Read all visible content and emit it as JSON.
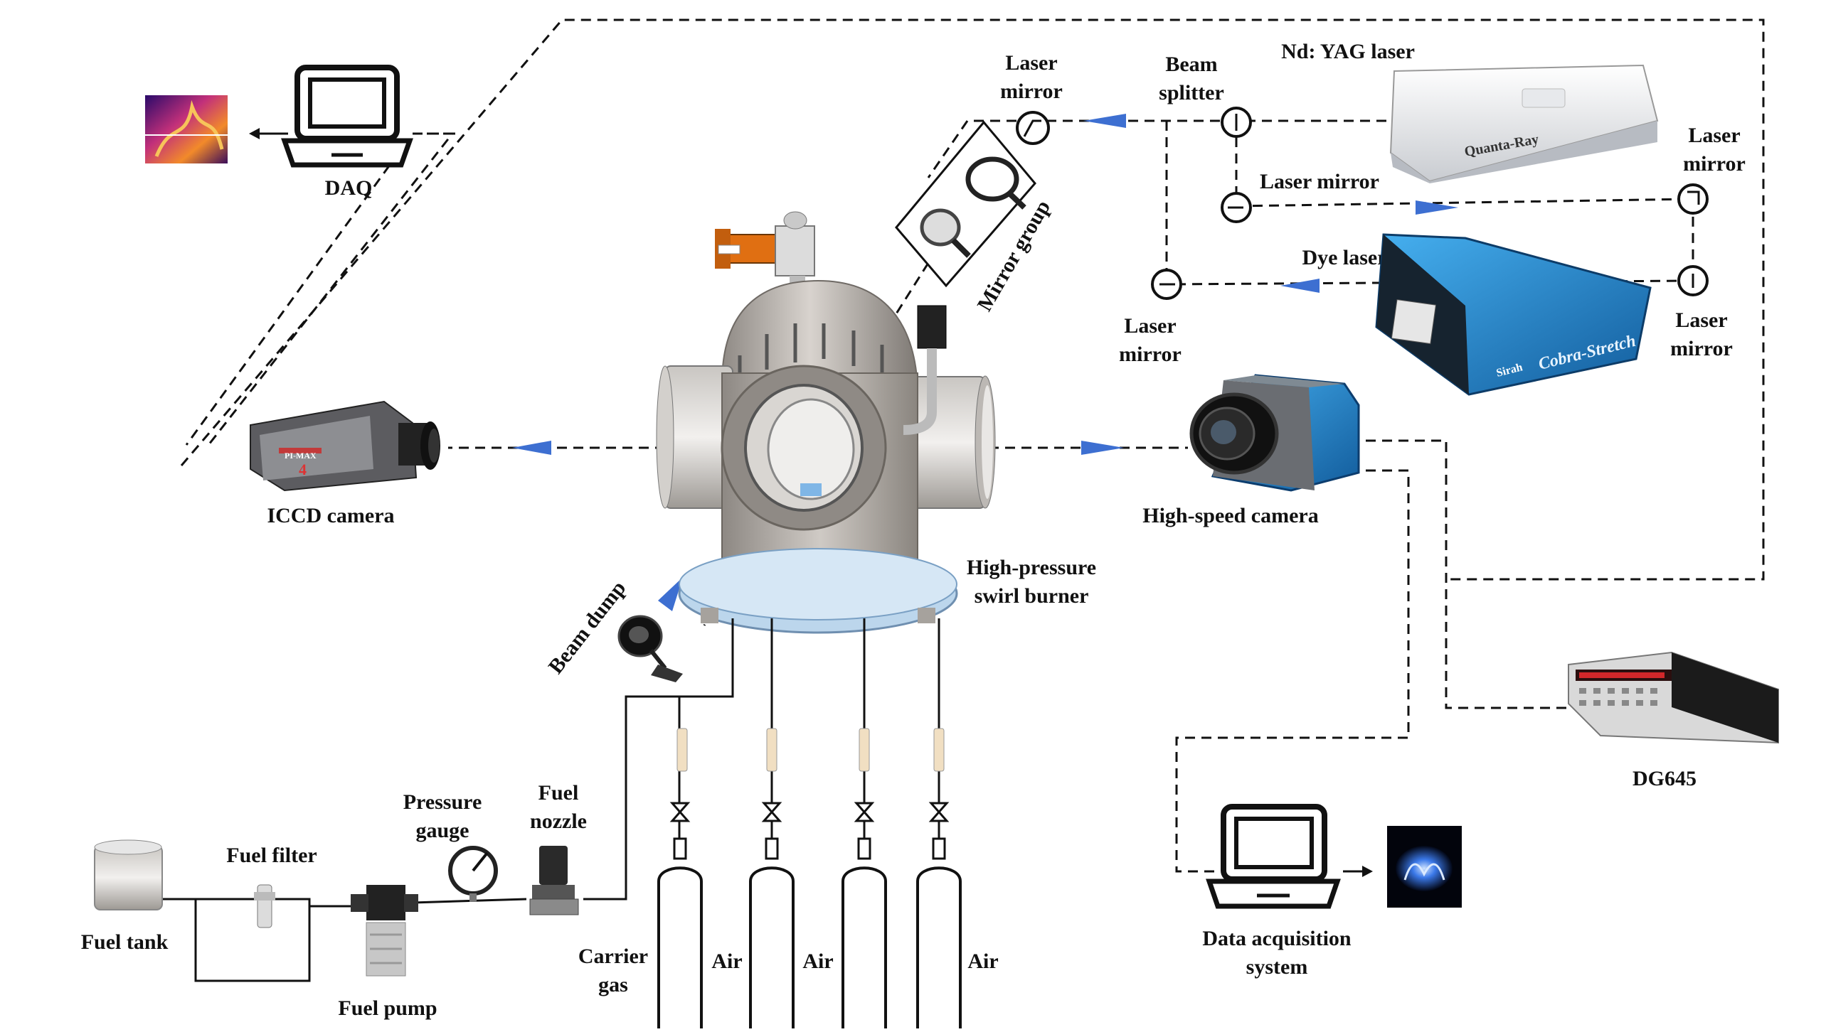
{
  "labels": {
    "daq": "DAQ",
    "laser_mirror_top_1": "Laser",
    "laser_mirror_top_2": "mirror",
    "beam_splitter_1": "Beam",
    "beam_splitter_2": "splitter",
    "nd_yag_laser": "Nd: YAG laser",
    "laser_mirror_right_top_1": "Laser",
    "laser_mirror_right_top_2": "mirror",
    "laser_mirror_mid": "Laser mirror",
    "dye_laser": "Dye laser",
    "laser_mirror_bottom_left_1": "Laser",
    "laser_mirror_bottom_left_2": "mirror",
    "laser_mirror_bottom_right_1": "Laser",
    "laser_mirror_bottom_right_2": "mirror",
    "mirror_group": "Mirror group",
    "iccd_camera": "ICCD camera",
    "high_speed_camera": "High-speed camera",
    "burner_1": "High-pressure",
    "burner_2": "swirl burner",
    "beam_dump": "Beam dump",
    "dg645": "DG645",
    "fuel_filter": "Fuel filter",
    "fuel_tank": "Fuel tank",
    "fuel_pump": "Fuel pump",
    "pressure_gauge_1": "Pressure",
    "pressure_gauge_2": "gauge",
    "fuel_nozzle_1": "Fuel",
    "fuel_nozzle_2": "nozzle",
    "carrier_gas_1": "Carrier",
    "carrier_gas_2": "gas",
    "air_1": "Air",
    "air_2": "Air",
    "air_3": "Air",
    "das_1": "Data acquisition",
    "das_2": "system"
  },
  "device_text": {
    "quanta_ray": "Quanta-Ray",
    "cobra_stretch": "Cobra-Stretch",
    "sirah": "Sirah",
    "pi_max": "PI-MAX",
    "pi_max_num": "4"
  },
  "colors": {
    "beam_arrow": "#3d6fd1",
    "dye_laser_body": "#1f8fd6",
    "hs_camera_body": "#2f86c8",
    "burner_body": "#b5b0aa",
    "flange_blue": "#bcd6ec"
  }
}
